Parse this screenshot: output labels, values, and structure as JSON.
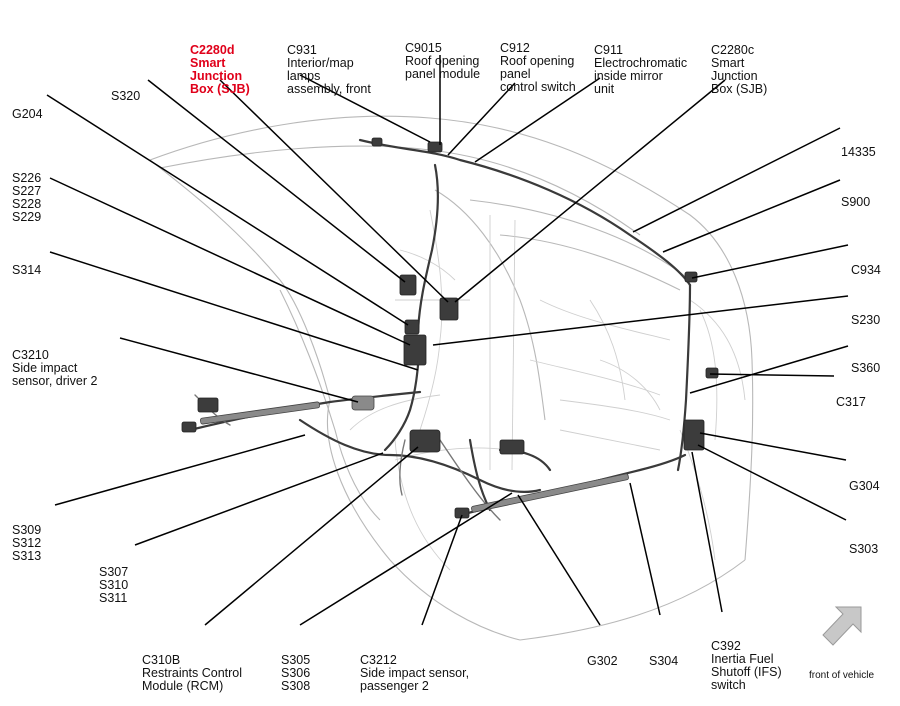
{
  "callouts": [
    {
      "id": "c2280d",
      "lines": [
        "C2280d",
        "Smart",
        "Junction",
        "Box (SJB)"
      ],
      "highlight": true
    },
    {
      "id": "c931",
      "lines": [
        "C931",
        "Interior/map",
        "lamps",
        "assembly, front"
      ]
    },
    {
      "id": "c9015",
      "lines": [
        "C9015",
        "Roof opening",
        "panel module"
      ]
    },
    {
      "id": "c912",
      "lines": [
        "C912",
        "Roof opening",
        "panel",
        "control switch"
      ]
    },
    {
      "id": "c911",
      "lines": [
        "C911",
        "Electrochromatic",
        "inside mirror",
        "unit"
      ]
    },
    {
      "id": "c2280c",
      "lines": [
        "C2280c",
        "Smart",
        "Junction",
        "Box (SJB)"
      ]
    },
    {
      "id": "s320",
      "lines": [
        "S320"
      ]
    },
    {
      "id": "g204",
      "lines": [
        "G204"
      ]
    },
    {
      "id": "s226",
      "lines": [
        "S226",
        "S227",
        "S228",
        "S229"
      ]
    },
    {
      "id": "s314",
      "lines": [
        "S314"
      ]
    },
    {
      "id": "c3210",
      "lines": [
        "C3210",
        "Side impact",
        "sensor, driver 2"
      ]
    },
    {
      "id": "s309",
      "lines": [
        "S309",
        "S312",
        "S313"
      ]
    },
    {
      "id": "s307",
      "lines": [
        "S307",
        "S310",
        "S311"
      ]
    },
    {
      "id": "c310b",
      "lines": [
        "C310B",
        "Restraints Control",
        "Module (RCM)"
      ]
    },
    {
      "id": "s305",
      "lines": [
        "S305",
        "S306",
        "S308"
      ]
    },
    {
      "id": "c3212",
      "lines": [
        "C3212",
        "Side impact sensor,",
        "passenger 2"
      ]
    },
    {
      "id": "g302",
      "lines": [
        "G302"
      ]
    },
    {
      "id": "s304",
      "lines": [
        "S304"
      ]
    },
    {
      "id": "c392",
      "lines": [
        "C392",
        "Inertia Fuel",
        "Shutoff (IFS)",
        "switch"
      ]
    },
    {
      "id": "s14335",
      "lines": [
        "14335"
      ]
    },
    {
      "id": "s900",
      "lines": [
        "S900"
      ]
    },
    {
      "id": "c934",
      "lines": [
        "C934"
      ]
    },
    {
      "id": "s230",
      "lines": [
        "S230"
      ]
    },
    {
      "id": "s360",
      "lines": [
        "S360"
      ]
    },
    {
      "id": "c317",
      "lines": [
        "C317"
      ]
    },
    {
      "id": "g304",
      "lines": [
        "G304"
      ]
    },
    {
      "id": "s303",
      "lines": [
        "S303"
      ]
    }
  ],
  "orientation": {
    "label": "front of vehicle"
  },
  "colors": {
    "highlight": "#e0001a",
    "leader": "#000000",
    "vehicle_outline": "#b8b8b8",
    "harness": "#3a3a3a"
  }
}
